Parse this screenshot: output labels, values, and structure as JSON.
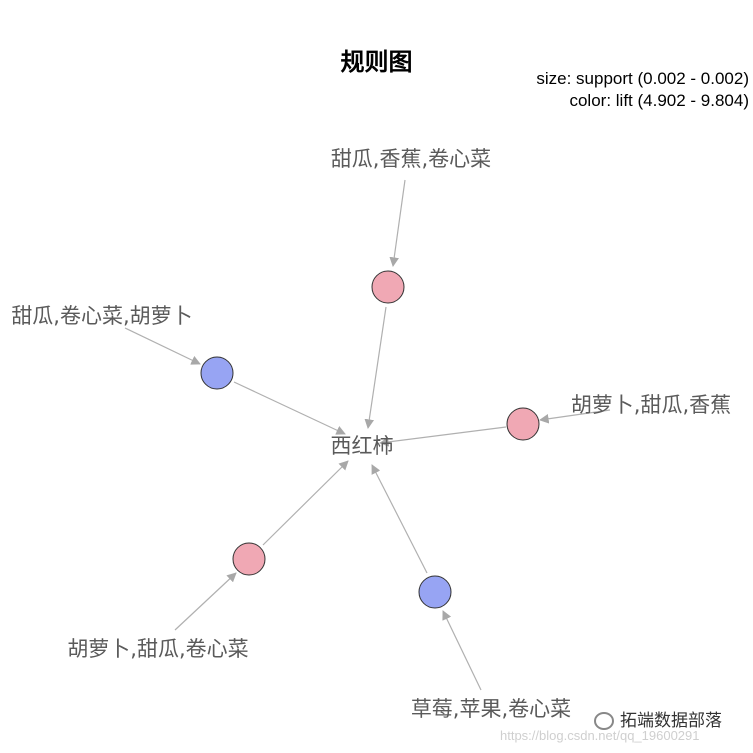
{
  "title": "规则图",
  "legend": {
    "size": "size: support (0.002 - 0.002)",
    "color": "color: lift (4.902 - 9.804)"
  },
  "target": "西红柿",
  "colors": {
    "high_lift": "#f0a8b4",
    "low_lift": "#97a4f3",
    "edge": "#b0b0b0"
  },
  "rules": [
    {
      "lhs": "甜瓜,香蕉,卷心菜",
      "color": "high_lift"
    },
    {
      "lhs": "甜瓜,卷心菜,胡萝卜",
      "color": "low_lift"
    },
    {
      "lhs": "胡萝卜,甜瓜,香蕉",
      "color": "high_lift"
    },
    {
      "lhs": "胡萝卜,甜瓜,卷心菜",
      "color": "high_lift"
    },
    {
      "lhs": "草莓,苹果,卷心菜",
      "color": "low_lift"
    }
  ],
  "watermark": {
    "brand": "拓端数据部落",
    "url": "https://blog.csdn.net/qq_19600291"
  }
}
